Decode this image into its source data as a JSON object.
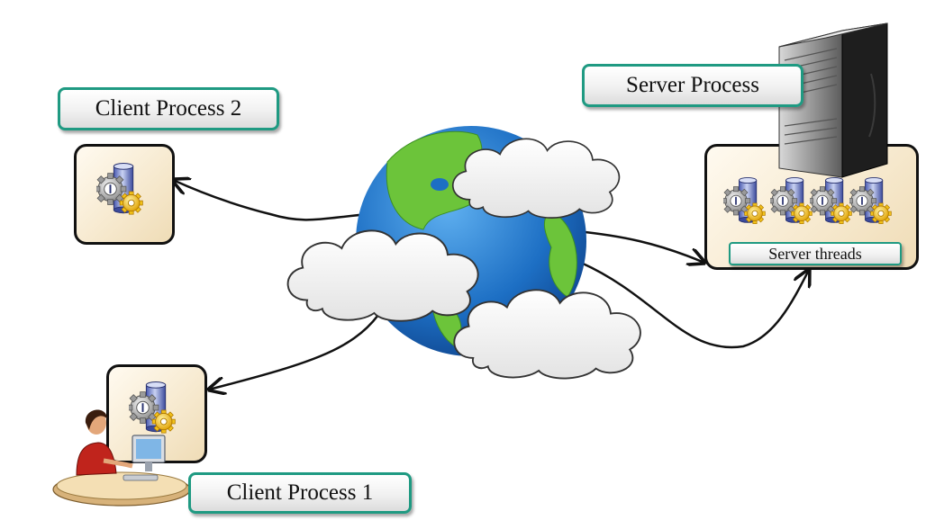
{
  "labels": {
    "client_process_2": "Client Process 2",
    "server_process": "Server Process",
    "server_threads": "Server threads",
    "client_process_1": "Client Process 1"
  },
  "icons": {
    "process": "process-cylinder-gear-icon",
    "server": "server-tower-icon",
    "globe": "globe-icon",
    "cloud": "cloud-icon",
    "user": "user-at-computer-icon"
  },
  "colors": {
    "label_border": "#1f9a82",
    "box_border": "#111111",
    "box_fill": "#f7ead0",
    "ocean": "#1d6fc4",
    "land": "#6cc43a",
    "gear": "#f2c21a"
  }
}
